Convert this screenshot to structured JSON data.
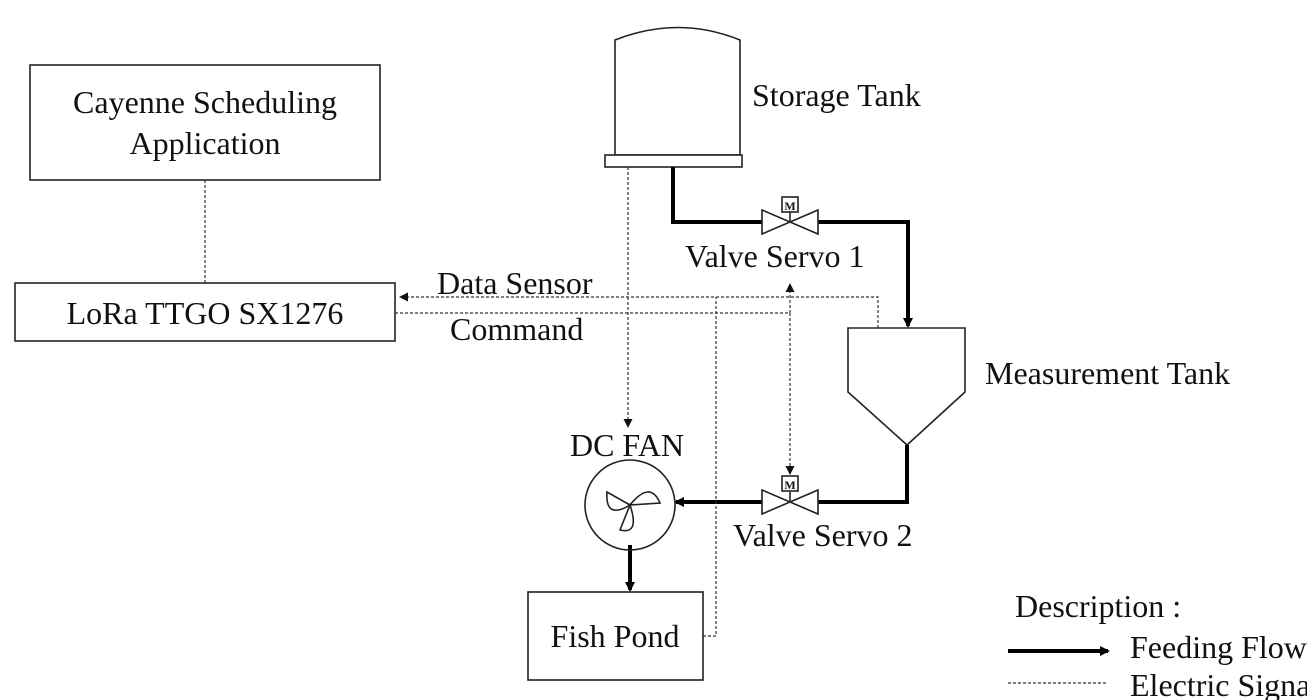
{
  "nodes": {
    "cayenne": {
      "line1": "Cayenne Scheduling",
      "line2": "Application"
    },
    "lora": "LoRa TTGO SX1276",
    "storage_tank": "Storage Tank",
    "measurement_tank": "Measurement Tank",
    "valve1": "Valve Servo 1",
    "valve2": "Valve Servo 2",
    "dc_fan": "DC FAN",
    "fish_pond": "Fish Pond",
    "valve_motor_mark": "M"
  },
  "signals": {
    "data_sensor": "Data Sensor",
    "command": "Command"
  },
  "legend": {
    "title": "Description :",
    "feeding_flow": "Feeding Flow",
    "electric_signal": "Electric Signal"
  },
  "colors": {
    "line": "#000000",
    "text": "#111111",
    "background": "#ffffff"
  }
}
